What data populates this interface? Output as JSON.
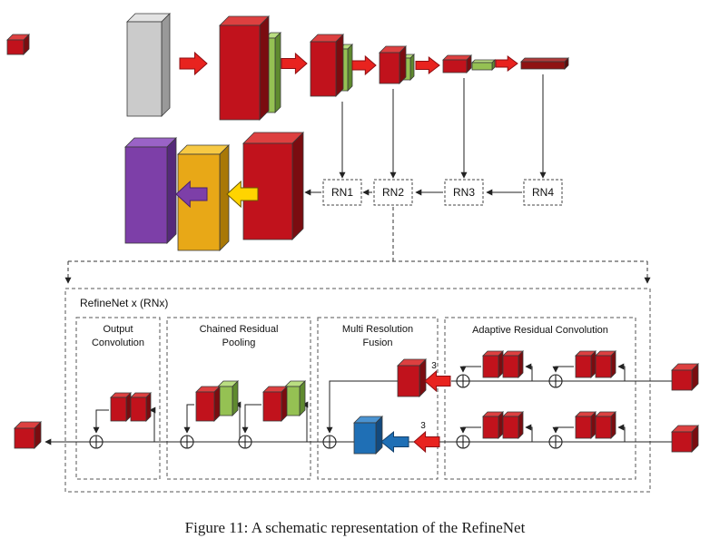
{
  "figure_caption": "Figure 11: A schematic representation of the RefineNet",
  "refine_boxes": {
    "rn1": "RN1",
    "rn2": "RN2",
    "rn3": "RN3",
    "rn4": "RN4"
  },
  "detail": {
    "title": "RefineNet x (RNx)",
    "output_conv_1": "Output",
    "output_conv_2": "Convolution",
    "chained_pool_1": "Chained Residual",
    "chained_pool_2": "Pooling",
    "fusion_1": "Multi Resolution",
    "fusion_2": "Fusion",
    "adaptive": "Adaptive Residual Convolution",
    "conv3_top": "3",
    "conv3_bottom": "3"
  },
  "palette": {
    "red_front": "#c1121c",
    "red_top": "#dd4040",
    "red_side": "#7a0c10",
    "darkred_front": "#8f1212",
    "darkred_top": "#b03a3a",
    "darkred_side": "#5a0a0a",
    "green_front": "#95c153",
    "green_top": "#bade81",
    "green_side": "#5f8a2e",
    "gray_front": "#cbcbcb",
    "gray_top": "#e3e3e3",
    "gray_side": "#999999",
    "purple_front": "#7d3fa8",
    "purple_top": "#9a63c6",
    "purple_side": "#55297a",
    "gold_front": "#e8a817",
    "gold_top": "#f7c944",
    "gold_side": "#a97807",
    "blue_front": "#1f6fb5",
    "blue_top": "#4b93d1",
    "blue_side": "#134a7e",
    "arrow_red": "#e8231f",
    "arrow_red_stroke": "#8e0e12",
    "arrow_purple": "#7d3fa8",
    "arrow_purple_stroke": "#4a2070",
    "arrow_yellow": "#ffd400",
    "arrow_yellow_stroke": "#6b5600",
    "arrow_blue": "#1f6fb5",
    "arrow_blue_stroke": "#123f6b",
    "line": "#222222"
  }
}
